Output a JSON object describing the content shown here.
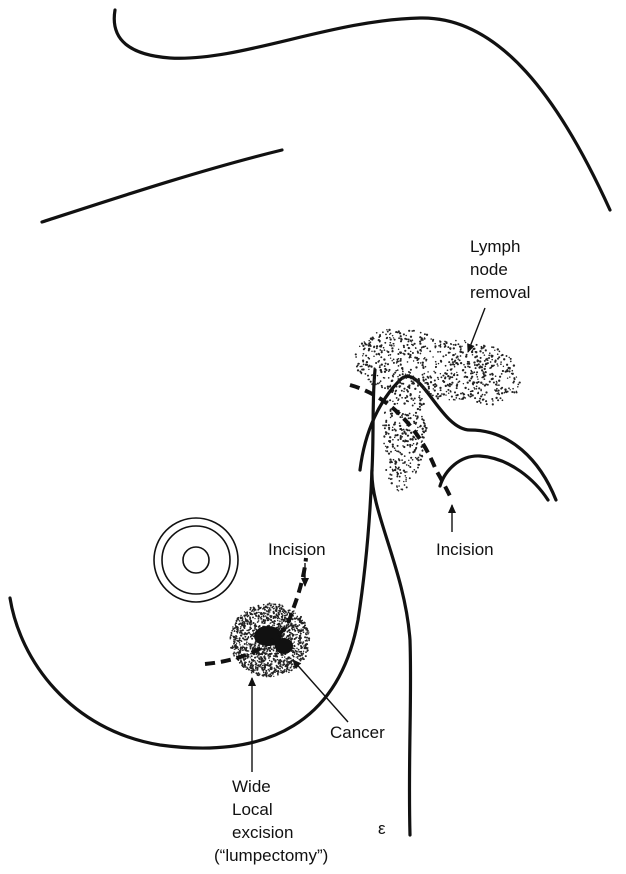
{
  "labels": {
    "lymph_node_removal": [
      "Lymph",
      "node",
      "removal"
    ],
    "incision_axilla": "Incision",
    "incision_breast": "Incision",
    "cancer": "Cancer",
    "wide_local_excision": [
      "Wide",
      "Local",
      "excision",
      "(“lumpectomy”)"
    ]
  },
  "signature": "ε",
  "colors": {
    "ink": "#111111",
    "background": "#ffffff"
  }
}
